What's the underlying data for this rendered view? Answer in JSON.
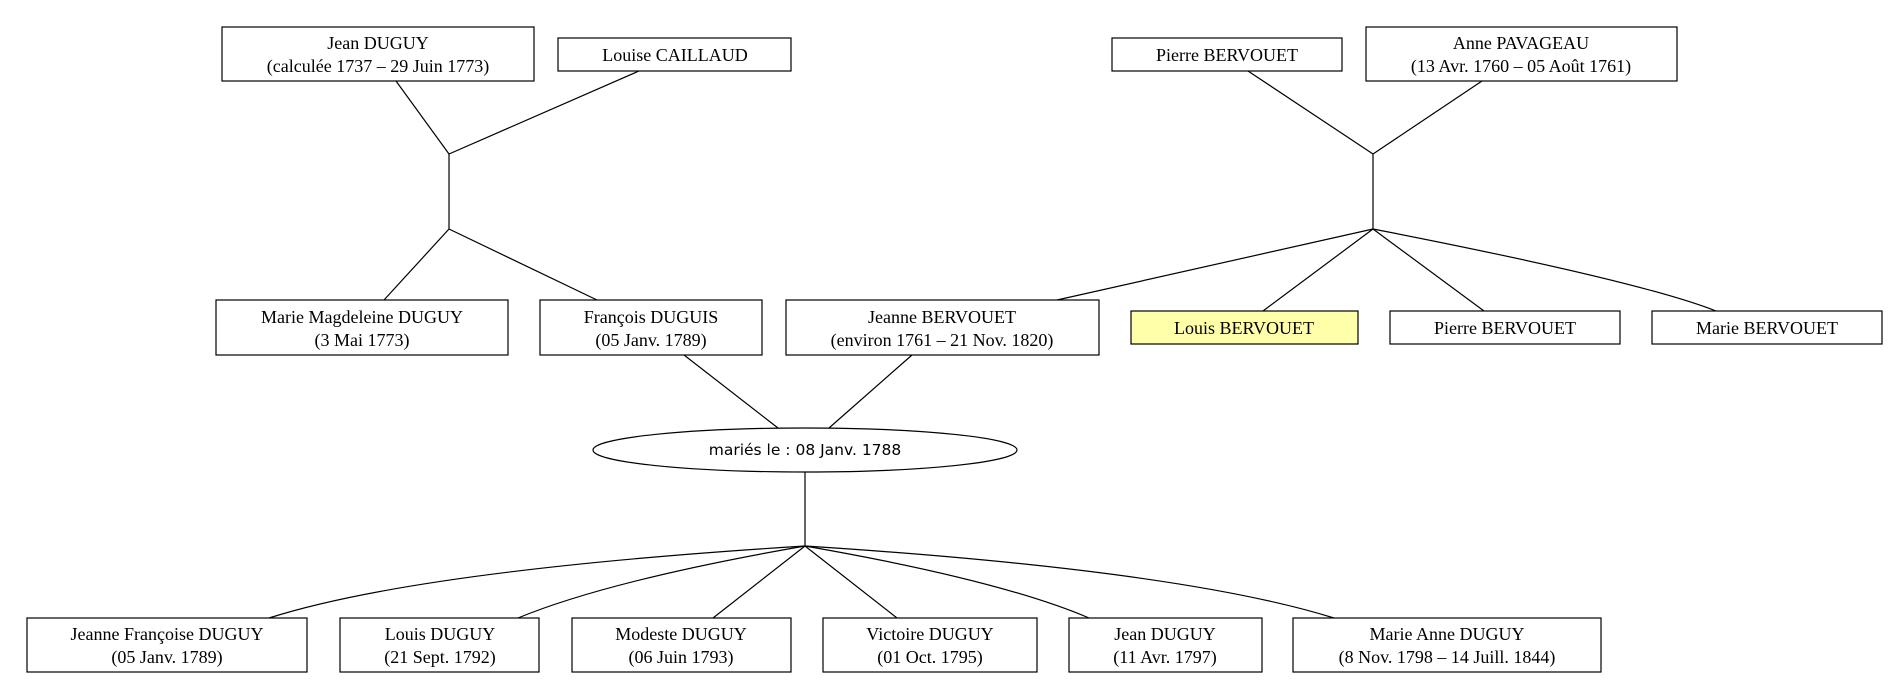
{
  "grandparents_left": {
    "father": {
      "name": "Jean DUGUY",
      "dates": "(calculée 1737 – 29 Juin 1773)"
    },
    "mother": {
      "name": "Louise CAILLAUD"
    }
  },
  "grandparents_right": {
    "father": {
      "name": "Pierre BERVOUET"
    },
    "mother": {
      "name": "Anne PAVAGEAU",
      "dates": "(13 Avr. 1760 – 05 Août 1761)"
    }
  },
  "siblings_left": [
    {
      "name": "Marie Magdeleine DUGUY",
      "dates": "(3 Mai 1773)"
    }
  ],
  "husband": {
    "name": "François DUGUIS",
    "dates": "(05 Janv. 1789)"
  },
  "wife": {
    "name": "Jeanne BERVOUET",
    "dates": "(environ 1761 – 21 Nov. 1820)"
  },
  "siblings_right": [
    {
      "name": "Louis BERVOUET",
      "highlighted": true
    },
    {
      "name": "Pierre BERVOUET"
    },
    {
      "name": "Marie BERVOUET"
    }
  ],
  "marriage": {
    "label": "mariés le : 08 Janv. 1788"
  },
  "children": [
    {
      "name": "Jeanne Françoise DUGUY",
      "dates": "(05 Janv. 1789)"
    },
    {
      "name": "Louis DUGUY",
      "dates": "(21 Sept. 1792)"
    },
    {
      "name": "Modeste DUGUY",
      "dates": "(06 Juin 1793)"
    },
    {
      "name": "Victoire DUGUY",
      "dates": "(01 Oct. 1795)"
    },
    {
      "name": "Jean DUGUY",
      "dates": "(11 Avr. 1797)"
    },
    {
      "name": "Marie Anne DUGUY",
      "dates": "(8 Nov. 1798 – 14 Juill. 1844)"
    }
  ],
  "colors": {
    "highlight": "#ffffaa",
    "stroke": "#000000",
    "background": "#ffffff"
  }
}
